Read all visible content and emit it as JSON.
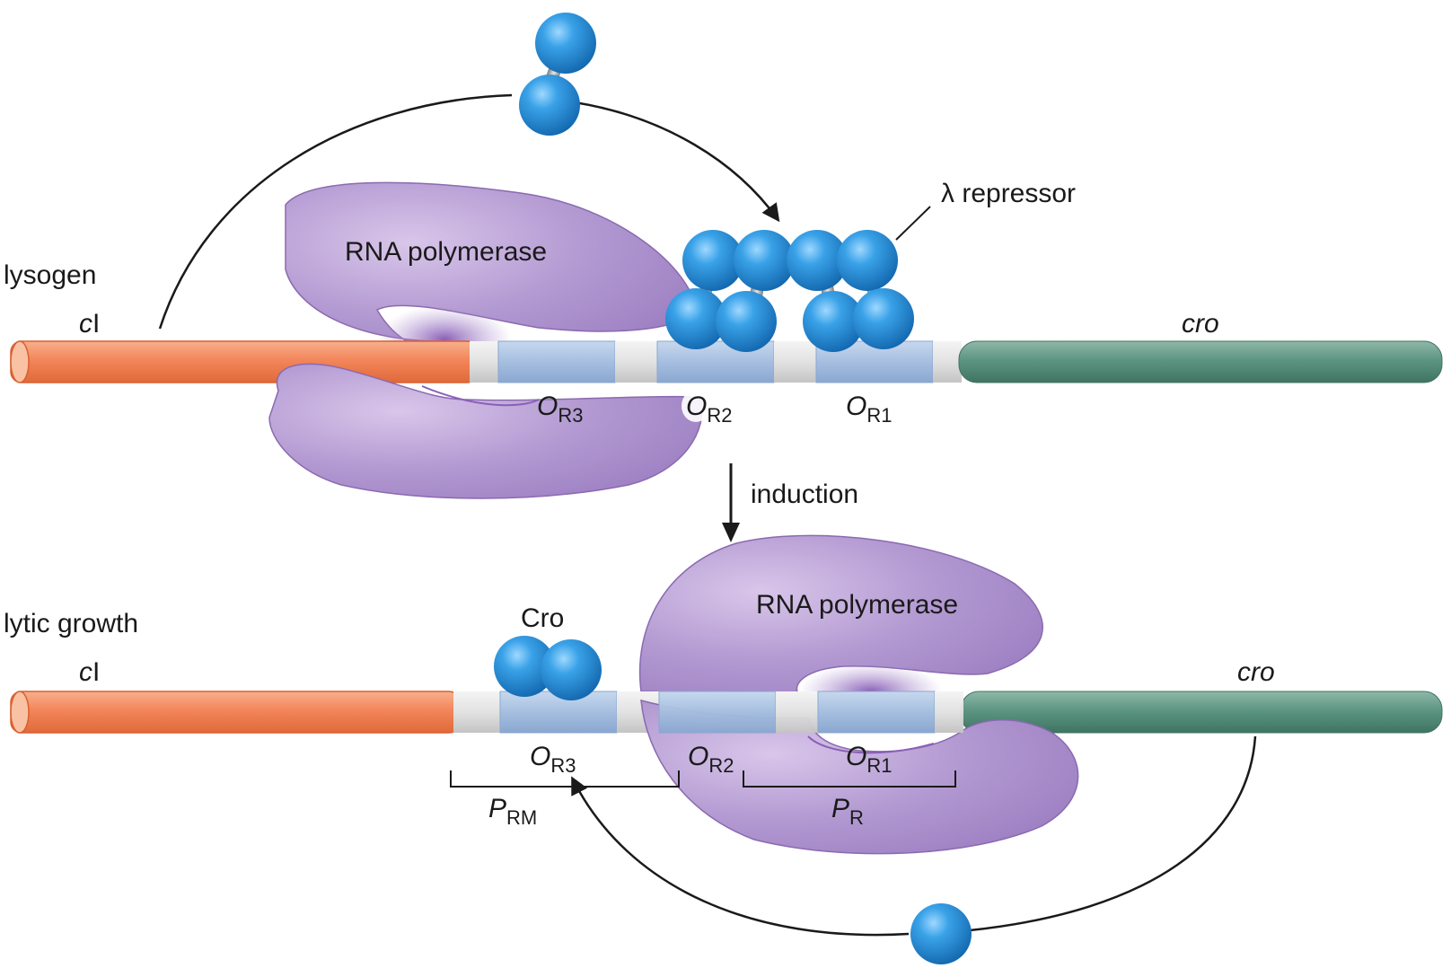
{
  "top_panel": {
    "state_label": "lysogen",
    "gene_left_italic": "c",
    "gene_left_roman": "I",
    "gene_right": "cro",
    "polymerase_label": "RNA polymerase",
    "repressor_label": "λ repressor",
    "operators": [
      {
        "letter": "O",
        "sub": "R3"
      },
      {
        "letter": "O",
        "sub": "R2"
      },
      {
        "letter": "O",
        "sub": "R1"
      }
    ]
  },
  "transition": {
    "label": "induction"
  },
  "bottom_panel": {
    "state_label": "lytic growth",
    "gene_left_italic": "c",
    "gene_left_roman": "I",
    "gene_right": "cro",
    "polymerase_label": "RNA polymerase",
    "cro_label": "Cro",
    "operators": [
      {
        "letter": "O",
        "sub": "R3"
      },
      {
        "letter": "O",
        "sub": "R2"
      },
      {
        "letter": "O",
        "sub": "R1"
      }
    ],
    "promoters": [
      {
        "letter": "P",
        "sub": "RM"
      },
      {
        "letter": "P",
        "sub": "R"
      }
    ]
  },
  "colors": {
    "cI_gene": "#f08050",
    "cro_gene": "#4f8a78",
    "operator": "#a9c2e0",
    "spacer": "#e2e2e2",
    "polymerase": "#a98bc8",
    "protein": "#2e8fd6"
  }
}
